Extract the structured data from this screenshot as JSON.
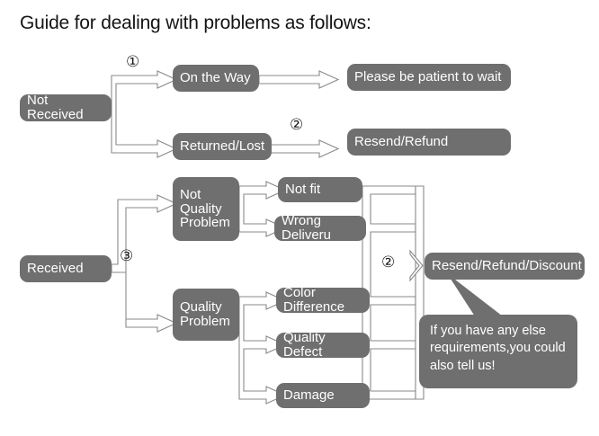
{
  "title": "Guide for dealing with problems as follows:",
  "colors": {
    "node_fill": "#6f6f6f",
    "node_text": "#ffffff",
    "wire": "#8a8a8a",
    "page_bg": "#ffffff",
    "title_text": "#141414"
  },
  "markers": {
    "one": "①",
    "two_top": "②",
    "two_bottom": "②",
    "three": "③"
  },
  "nodes": {
    "not_received": "Not Received",
    "on_the_way": "On the Way",
    "returned_lost": "Returned/Lost",
    "please_wait": "Please be patient to wait",
    "resend_refund": "Resend/Refund",
    "received": "Received",
    "not_quality_problem": "Not\nQuality\nProblem",
    "quality_problem": "Quality\nProblem",
    "not_fit": "Not fit",
    "wrong_delivery": "Wrong Deliveru",
    "color_difference": "Color Difference",
    "quality_defect": "Quality Defect",
    "damage": "Damage",
    "resend_refund_discount": "Resend/Refund/Discount"
  },
  "callout": "If you have any else\nrequirements,you could\nalso tell us!"
}
